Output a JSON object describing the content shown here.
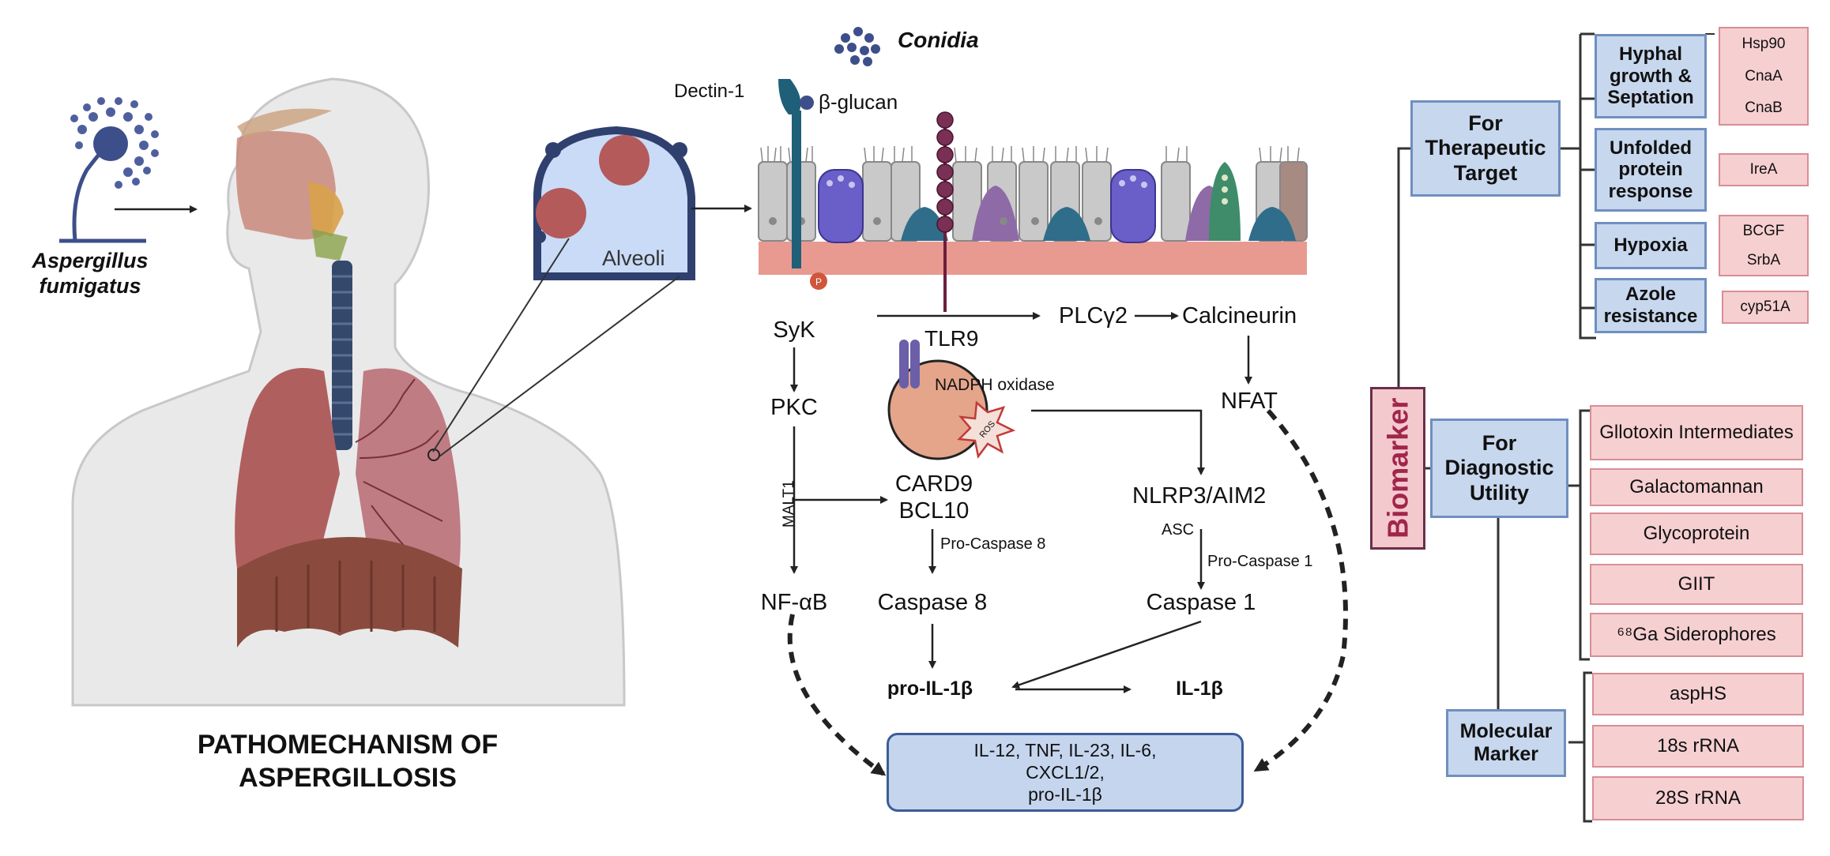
{
  "diagram": {
    "title_line1": "PATHOMECHANISM OF",
    "title_line2": "ASPERGILLOSIS",
    "organism_line1": "Aspergillus",
    "organism_line2": "fumigatus",
    "alveoli": "Alveoli",
    "conidia": "Conidia",
    "dectin": "Dectin-1",
    "glucan": "β-glucan",
    "ros": "ROS",
    "pathway": {
      "syk": "SyK",
      "tlr9": "TLR9",
      "plcg2": "PLCγ2",
      "calcineurin": "Calcineurin",
      "pkc": "PKC",
      "nadph": "NADPH oxidase",
      "nfat": "NFAT",
      "malt1": "MALT1",
      "card9": "CARD9",
      "bcl10": "BCL10",
      "nlrp3": "NLRP3/AIM2",
      "asc": "ASC",
      "procasp8": "Pro-Caspase 8",
      "procasp1": "Pro-Caspase 1",
      "nfkb": "NF-αB",
      "casp8": "Caspase 8",
      "casp1": "Caspase 1",
      "proil": "pro-IL-1β",
      "il1b": "IL-1β",
      "cytokines_line1": "IL-12, TNF, IL-23, IL-6,",
      "cytokines_line2": "CXCL1/2,",
      "cytokines_line3": "pro-IL-1β"
    }
  },
  "biomarker": {
    "label": "Biomarker",
    "therapeutic": {
      "label": "For Therapeutic Target",
      "groups": [
        {
          "label": "Hyphal growth & Septation",
          "items": [
            "Hsp90",
            "CnaA",
            "CnaB"
          ]
        },
        {
          "label": "Unfolded protein response",
          "items": [
            "IreA"
          ]
        },
        {
          "label": "Hypoxia",
          "items": [
            "BCGF",
            "SrbA"
          ]
        },
        {
          "label": "Azole resistance",
          "items": [
            "cyp51A"
          ]
        }
      ]
    },
    "diagnostic": {
      "label": "For Diagnostic Utility",
      "items": [
        "Gllotoxin Intermediates",
        "Galactomannan",
        "Glycoprotein",
        "GIIT",
        "⁶⁸Ga Siderophores"
      ]
    },
    "molecular": {
      "label": "Molecular Marker",
      "items": [
        "aspHS",
        "18s rRNA",
        "28S rRNA"
      ]
    }
  },
  "colors": {
    "blue_box": "#c7d7ee",
    "blue_border": "#6f8fbf",
    "pink_box": "#f6cfd1",
    "pink_border": "#d88e94",
    "biomarker_text": "#a0264a",
    "cell_purple": "#6a5fc8",
    "lung_red": "#b05f5f"
  }
}
